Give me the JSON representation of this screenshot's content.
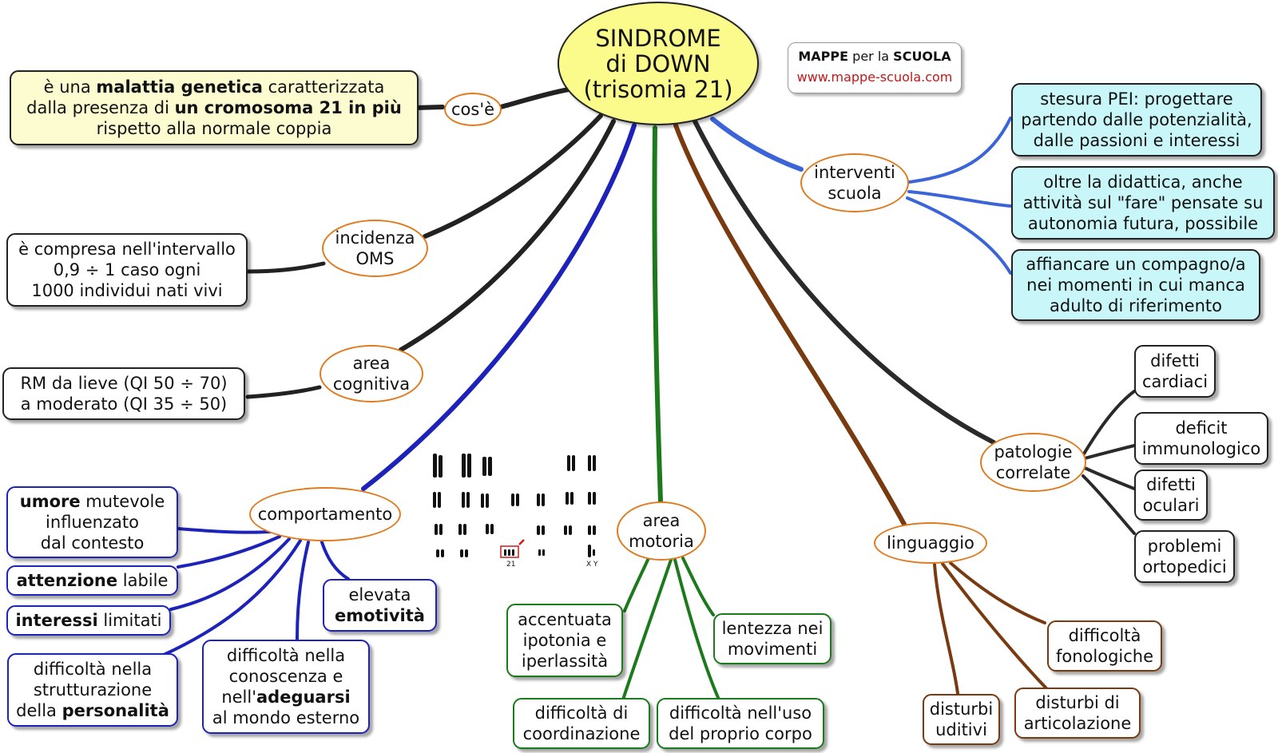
{
  "root": {
    "line1": "SINDROME",
    "line2": "di DOWN",
    "line3": "(trisomia 21)"
  },
  "brand": {
    "mappe": "MAPPE",
    "per_la": "per la",
    "scuola": "SCUOLA",
    "url": "www.mappe-scuola.com"
  },
  "cose": {
    "label": "cos'è",
    "def": {
      "l1a": "è una ",
      "l1b": "malattia genetica",
      "l1c": " caratterizzata",
      "l2a": "dalla presenza di ",
      "l2b": "un cromosoma 21 in più",
      "l3": "rispetto alla normale coppia"
    }
  },
  "incidenza": {
    "label1": "incidenza",
    "label2": "OMS",
    "text": [
      "è compresa nell'intervallo",
      "0,9 ÷ 1 caso ogni",
      "1000 individui nati vivi"
    ]
  },
  "cognitiva": {
    "label1": "area",
    "label2": "cognitiva",
    "text": [
      "RM da lieve (QI 50 ÷ 70)",
      "a moderato (QI 35 ÷ 50)"
    ]
  },
  "comportamento": {
    "label": "comportamento",
    "umore": {
      "b": "umore",
      "t1": " mutevole",
      "t2": "influenzato",
      "t3": "dal contesto"
    },
    "attenzione": {
      "b": "attenzione",
      "t": " labile"
    },
    "interessi": {
      "b": "interessi",
      "t": " limitati"
    },
    "personalita": {
      "t1": "difficoltà nella",
      "t2": "strutturazione",
      "t3": "della ",
      "b": "personalità"
    },
    "conoscenza": {
      "t1": "difficoltà nella",
      "t2": "conoscenza e",
      "t3": "nell'",
      "b": "adeguarsi",
      "t4": "al mondo esterno"
    },
    "emotivita": {
      "t1": "elevata",
      "b": "emotività"
    }
  },
  "motoria": {
    "label1": "area",
    "label2": "motoria",
    "ipotonia": [
      "accentuata",
      "ipotonia e",
      "iperlassità"
    ],
    "lentezza": [
      "lentezza nei",
      "movimenti"
    ],
    "coordinazione": [
      "difficoltà di",
      "coordinazione"
    ],
    "corpo": [
      "difficoltà nell'uso",
      "del proprio corpo"
    ]
  },
  "linguaggio": {
    "label": "linguaggio",
    "fonologiche": [
      "difficoltà",
      "fonologiche"
    ],
    "articolazione": [
      "disturbi di",
      "articolazione"
    ],
    "uditivi": [
      "disturbi",
      "uditivi"
    ]
  },
  "patologie": {
    "label1": "patologie",
    "label2": "correlate",
    "cardiaci": [
      "difetti",
      "cardiaci"
    ],
    "immunologico": [
      "deficit",
      "immunologico"
    ],
    "oculari": [
      "difetti",
      "oculari"
    ],
    "ortopedici": [
      "problemi",
      "ortopedici"
    ]
  },
  "scuola": {
    "label1": "interventi",
    "label2": "scuola",
    "pei": [
      "stesura PEI: progettare",
      "partendo dalle potenzialità,",
      "dalle passioni e interessi"
    ],
    "didattica": [
      "oltre la didattica, anche",
      "attività sul \"fare\" pensate su",
      "autonomia futura, possibile"
    ],
    "compagno": [
      "affiancare un compagno/a",
      "nei momenti in cui manca",
      "adulto di riferimento"
    ]
  },
  "karyotype": {
    "red_label": "21",
    "sex": "X Y"
  },
  "colors": {
    "root": "#fbfb8c",
    "black": "#222222",
    "blue": "#1d23b8",
    "green": "#1c7a1c",
    "brown": "#7a3a10",
    "lightblue": "#3a64d8",
    "cyan": "#c9f6f8",
    "orange": "#e07b1f"
  }
}
